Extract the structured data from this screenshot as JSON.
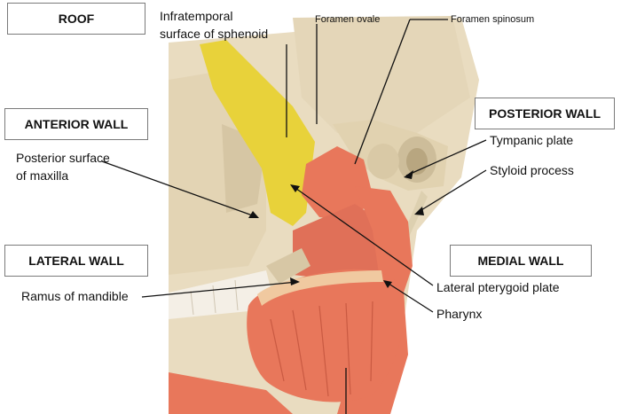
{
  "walls": {
    "roof": "ROOF",
    "anterior": "ANTERIOR WALL",
    "posterior": "POSTERIOR WALL",
    "lateral": "LATERAL WALL",
    "medial": "MEDIAL WALL"
  },
  "labels": {
    "infratemporal_1": "Infratemporal",
    "infratemporal_2": "surface of sphenoid",
    "foramen_ovale": "Foramen ovale",
    "foramen_spinosum": "Foramen spinosum",
    "posterior_maxilla_1": "Posterior surface",
    "posterior_maxilla_2": "of maxilla",
    "tympanic_plate": "Tympanic plate",
    "styloid_process": "Styloid process",
    "ramus": "Ramus of mandible",
    "lateral_pterygoid": "Lateral pterygoid plate",
    "pharynx": "Pharynx"
  },
  "colors": {
    "bone": "#e9dcc0",
    "bone_shadow": "#cdbd9a",
    "sphenoid_yellow": "#e8d23a",
    "muscle": "#e8775b",
    "muscle_dark": "#c95a42",
    "teeth": "#f4efe6"
  }
}
